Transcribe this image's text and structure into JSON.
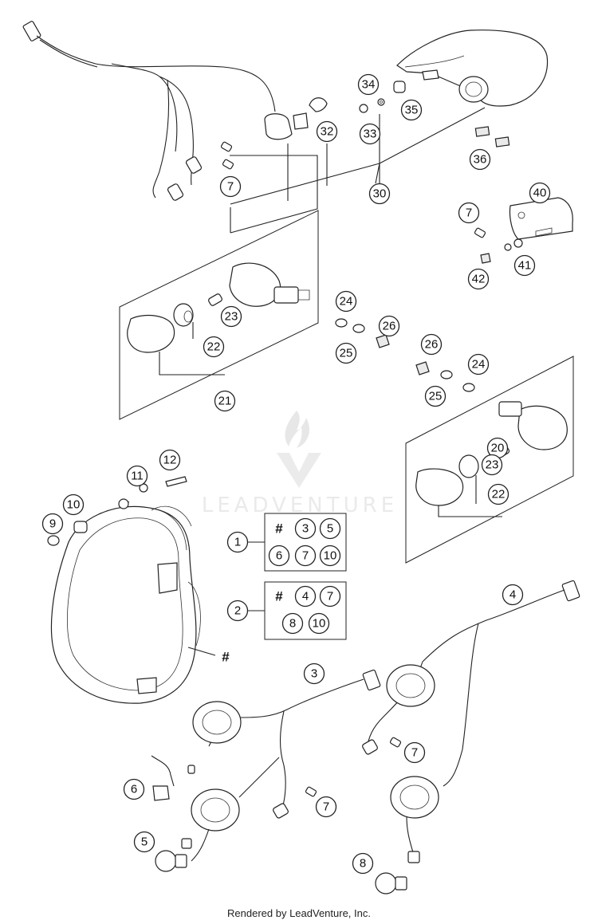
{
  "watermark": {
    "brand": "LEADVENTURE"
  },
  "footer": {
    "text": "Rendered by LeadVenture, Inc."
  },
  "kit_boxes": [
    {
      "id": "1",
      "contents": [
        "#",
        "3",
        "5",
        "6",
        "7",
        "10"
      ]
    },
    {
      "id": "2",
      "contents": [
        "#",
        "4",
        "7",
        "8",
        "10"
      ]
    }
  ],
  "callouts": [
    "30",
    "32",
    "33",
    "34",
    "35",
    "36",
    "40",
    "41",
    "42",
    "7",
    "21",
    "22",
    "23",
    "24",
    "25",
    "26",
    "20",
    "9",
    "10",
    "11",
    "12",
    "1",
    "2",
    "3",
    "4",
    "5",
    "6",
    "8"
  ],
  "main_marker": "#"
}
